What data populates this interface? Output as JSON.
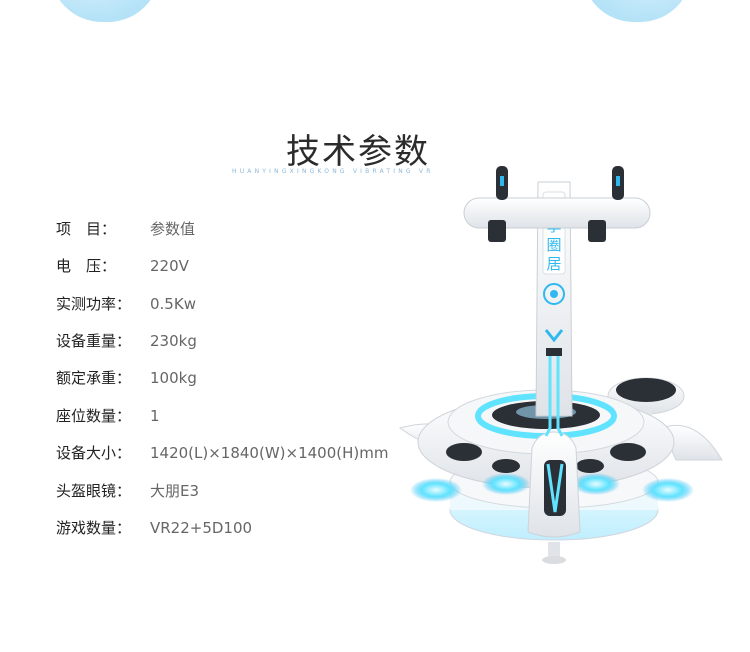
{
  "header": {
    "title": "技术参数",
    "subtitle": "HUANYINGXINGKONG VIBRATING VR"
  },
  "specs": [
    {
      "label": "项　目：",
      "value": "参数值"
    },
    {
      "label": "电　压：",
      "value": "220V"
    },
    {
      "label": "实测功率：",
      "value": "0.5Kw"
    },
    {
      "label": "设备重量：",
      "value": "230kg"
    },
    {
      "label": "额定承重：",
      "value": "100kg"
    },
    {
      "label": "座位数量：",
      "value": "1"
    },
    {
      "label": "设备大小：",
      "value": "1420(L)×1840(W)×1400(H)mm"
    },
    {
      "label": "头盔眼镜：",
      "value": "大朋E3"
    },
    {
      "label": "游戏数量：",
      "value": "VR22+5D100"
    }
  ],
  "product": {
    "brand_text": "乐享圈居"
  },
  "colors": {
    "accent_blue": "#2fb8ef",
    "glow_cyan": "#5fe3ff",
    "machine_white": "#f4f5f7",
    "deco_blue": "#b9e4f8"
  },
  "icons": {
    "product_image": "vr-seat-machine"
  }
}
